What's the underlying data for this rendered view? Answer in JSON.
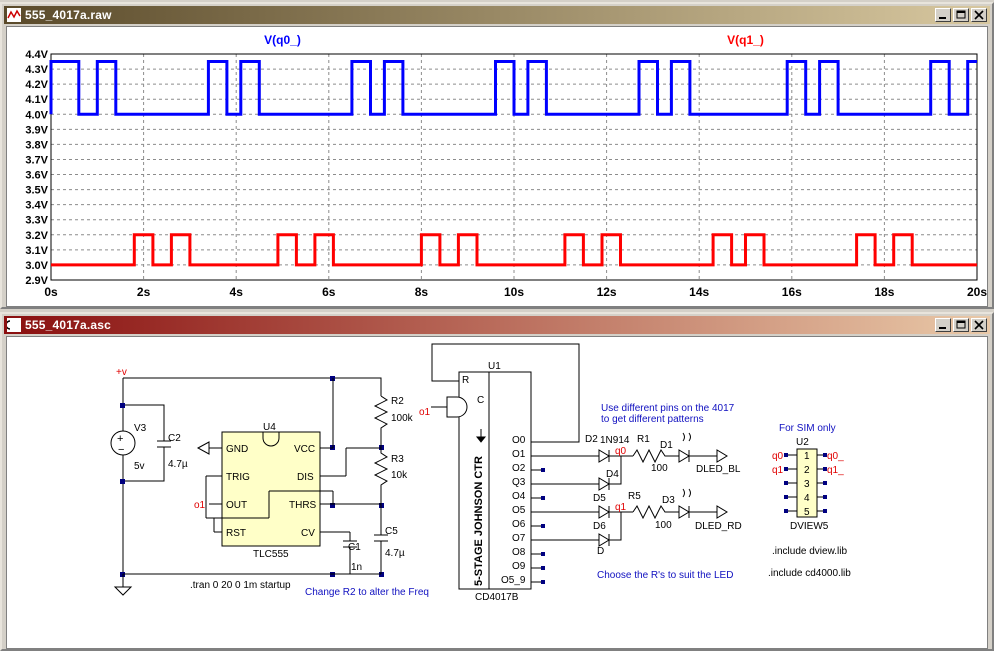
{
  "plot_window": {
    "title": "555_4017a.raw",
    "y_ticks": [
      "4.4V",
      "4.3V",
      "4.2V",
      "4.1V",
      "4.0V",
      "3.9V",
      "3.8V",
      "3.7V",
      "3.6V",
      "3.5V",
      "3.4V",
      "3.3V",
      "3.2V",
      "3.1V",
      "3.0V",
      "2.9V"
    ],
    "x_ticks": [
      "0s",
      "2s",
      "4s",
      "6s",
      "8s",
      "10s",
      "12s",
      "14s",
      "16s",
      "18s",
      "20s"
    ]
  },
  "chart_data": {
    "type": "line",
    "xlabel": "",
    "ylabel": "",
    "xlim": [
      0,
      20
    ],
    "ylim": [
      2.9,
      4.4
    ],
    "grid": true,
    "x_unit": "s",
    "y_unit": "V",
    "series": [
      {
        "name": "V(q0_)",
        "color": "#0000ff",
        "low": 4.0,
        "high": 4.35,
        "pulses": [
          [
            0,
            0.6
          ],
          [
            1.0,
            1.4
          ],
          [
            3.4,
            3.8
          ],
          [
            4.1,
            4.5
          ],
          [
            6.5,
            6.9
          ],
          [
            7.2,
            7.6
          ],
          [
            9.6,
            10.0
          ],
          [
            10.3,
            10.7
          ],
          [
            12.7,
            13.1
          ],
          [
            13.4,
            13.8
          ],
          [
            15.9,
            16.3
          ],
          [
            16.6,
            17.0
          ],
          [
            19.0,
            19.4
          ],
          [
            19.8,
            20.0
          ]
        ]
      },
      {
        "name": "V(q1_)",
        "color": "#ff0000",
        "low": 3.0,
        "high": 3.2,
        "pulses": [
          [
            1.8,
            2.2
          ],
          [
            2.6,
            3.0
          ],
          [
            4.9,
            5.3
          ],
          [
            5.7,
            6.1
          ],
          [
            8.0,
            8.4
          ],
          [
            8.8,
            9.2
          ],
          [
            11.1,
            11.5
          ],
          [
            11.9,
            12.3
          ],
          [
            14.3,
            14.7
          ],
          [
            15.0,
            15.4
          ],
          [
            17.4,
            17.8
          ],
          [
            18.2,
            18.6
          ]
        ]
      }
    ]
  },
  "schematic_window": {
    "title": "555_4017a.asc"
  },
  "schematic": {
    "supply_label": "+v",
    "v3": {
      "ref": "V3",
      "value": "5v"
    },
    "c2": {
      "ref": "C2",
      "value": "4.7µ"
    },
    "u4": {
      "ref": "U4",
      "part": "TLC555",
      "pins": {
        "gnd": "GND",
        "trig": "TRIG",
        "out": "OUT",
        "rst": "RST",
        "vcc": "VCC",
        "dis": "DIS",
        "thrs": "THRS",
        "cv": "CV"
      }
    },
    "r2": {
      "ref": "R2",
      "value": "100k"
    },
    "r3": {
      "ref": "R3",
      "value": "10k"
    },
    "c5": {
      "ref": "C5",
      "value": "4.7µ"
    },
    "c1": {
      "ref": "C1",
      "value": "1n"
    },
    "net_o1": "o1",
    "tran_cmd": ".tran 0 20 0 1m startup",
    "note_r2": "Change R2 to alter the Freq",
    "u1": {
      "ref": "U1",
      "part": "CD4017B",
      "body": "5-STAGE JOHNSON CTR",
      "pin_r": "R",
      "pin_c": "C",
      "outputs": [
        "O0",
        "O1",
        "O2",
        "Q3",
        "O4",
        "O5",
        "O6",
        "O7",
        "O8",
        "O9",
        "O5_9"
      ]
    },
    "note_pins": "Use different pins on the 4017",
    "note_pins2": "to get different patterns",
    "diodes": {
      "d2": "D2",
      "d2_model": "1N914",
      "d4": "D4",
      "d5": "D5",
      "d6": "D6",
      "d_plain": "D"
    },
    "net_q0": "q0",
    "net_q1": "q1",
    "r1": {
      "ref": "R1",
      "value": "100"
    },
    "r5": {
      "ref": "R5",
      "value": "100"
    },
    "d1": {
      "ref": "D1",
      "model": "DLED_BL"
    },
    "d3": {
      "ref": "D3",
      "model": "DLED_RD"
    },
    "note_led": "Choose the R's to suit the LED",
    "sim_note": "For SIM only",
    "u2": {
      "ref": "U2",
      "part": "DVIEW5",
      "pins": [
        "1",
        "2",
        "3",
        "4",
        "5"
      ],
      "in_labels": [
        "q0",
        "q1"
      ],
      "out_labels": [
        "q0_",
        "q1_"
      ]
    },
    "inc1": ".include dview.lib",
    "inc2": ".include cd4000.lib"
  }
}
